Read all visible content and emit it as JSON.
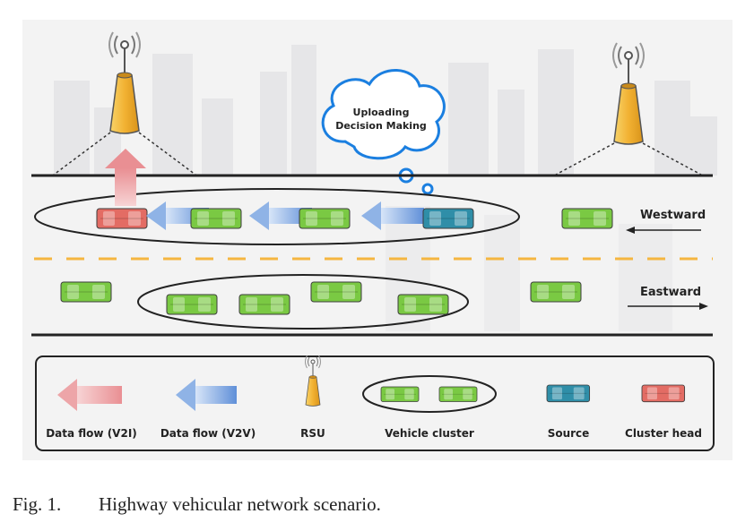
{
  "scene": {
    "cloud_text_line1": "Uploading",
    "cloud_text_line2": "Decision Making",
    "westward_label": "Westward",
    "eastward_label": "Eastward"
  },
  "legend": {
    "v2i_label": "Data flow (V2I)",
    "v2v_label": "Data flow (V2V)",
    "rsu_label": "RSU",
    "cluster_label": "Vehicle cluster",
    "source_label": "Source",
    "head_label": "Cluster head"
  },
  "caption": {
    "number": "Fig. 1.",
    "text": "Highway vehicular network scenario."
  },
  "colors": {
    "car_green": "#7ac943",
    "car_source": "#2f8ea8",
    "car_head": "#e36c64",
    "arrow_v2v": "#8fb3e6",
    "arrow_v2i": "#eda5a8",
    "rsu_yellow": "#f2b233",
    "lane_dash": "#f5b640",
    "cloud_outline": "#1b7fe0"
  }
}
